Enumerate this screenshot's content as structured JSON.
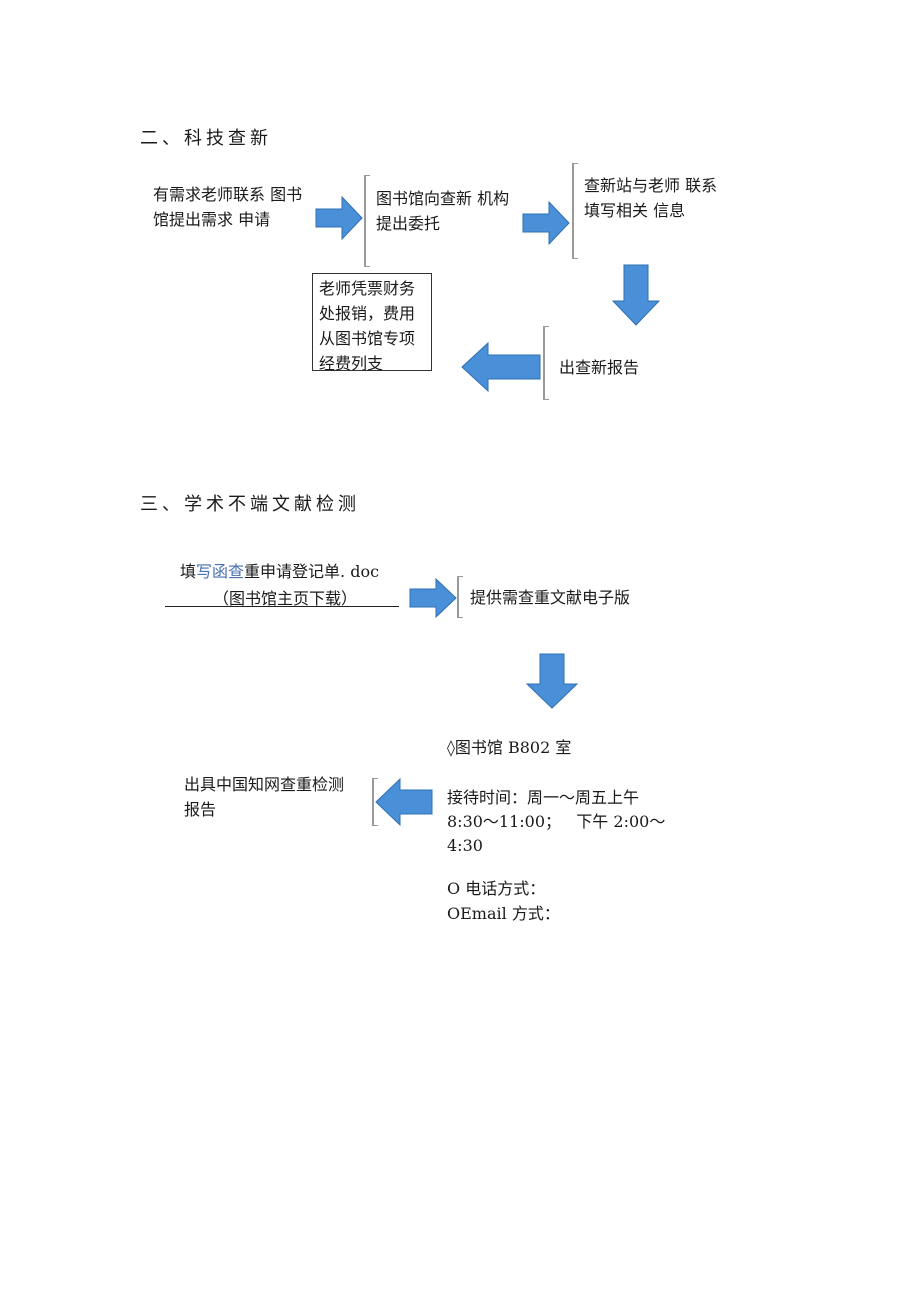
{
  "section2": {
    "heading": "二、科技查新",
    "step1": "有需求老师联系 图书馆提出需求 申请",
    "step2": "图书馆向查新 机构提出委托",
    "step3": "查新站与老师 联系填写相关 信息",
    "step4": "出查新报告",
    "step5": "老师凭票财务处报销，费用从图书馆专项经费列支"
  },
  "section3": {
    "heading": "三、学术不端文献检测",
    "form_prefix": "填",
    "form_link": "写函查",
    "form_suffix": "重申请登记单. doc",
    "form_note": "（图书馆主页下载）",
    "provide": "提供需查重文献电子版",
    "location": "◊图书馆 B802 室",
    "hours_1": "接待时间：周一～周五上午",
    "hours_2": "8:30～11:00；   下午 2:00～",
    "hours_3": "4:30",
    "phone": "O 电话方式：",
    "email": "OEmail 方式：",
    "report": "出具中国知网查重检测报告"
  },
  "colors": {
    "arrow_fill": "#4a90d9",
    "arrow_stroke": "#2f6fb3",
    "link_text": "#4a6fb5"
  },
  "icons": {
    "right_arrow": "arrow-right-icon",
    "down_arrow": "arrow-down-icon",
    "left_arrow": "arrow-left-icon"
  }
}
